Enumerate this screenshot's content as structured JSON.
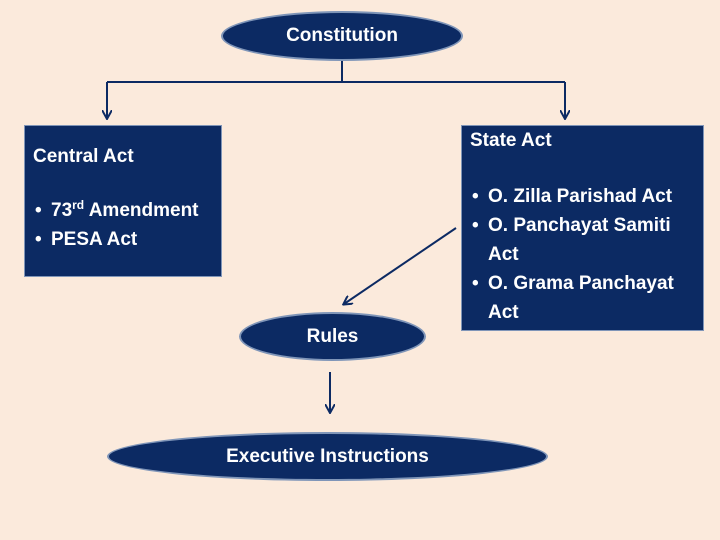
{
  "constitution": {
    "label": "Constitution"
  },
  "central_act": {
    "title": "Central Act",
    "items": [
      {
        "text_main": "73",
        "text_sup": "rd",
        "text_rest": " Amendment"
      },
      {
        "text": "PESA Act"
      }
    ]
  },
  "state_act": {
    "title": "State Act",
    "items": [
      "O. Zilla Parishad Act",
      "O. Panchayat Samiti Act",
      "O. Grama Panchayat Act"
    ]
  },
  "rules": {
    "label": "Rules"
  },
  "executive": {
    "label": "Executive Instructions"
  },
  "colors": {
    "background": "#fbeadc",
    "node_fill": "#0c2a63",
    "node_border": "#7f95b8",
    "connector": "#0c2a63",
    "text": "#ffffff"
  }
}
